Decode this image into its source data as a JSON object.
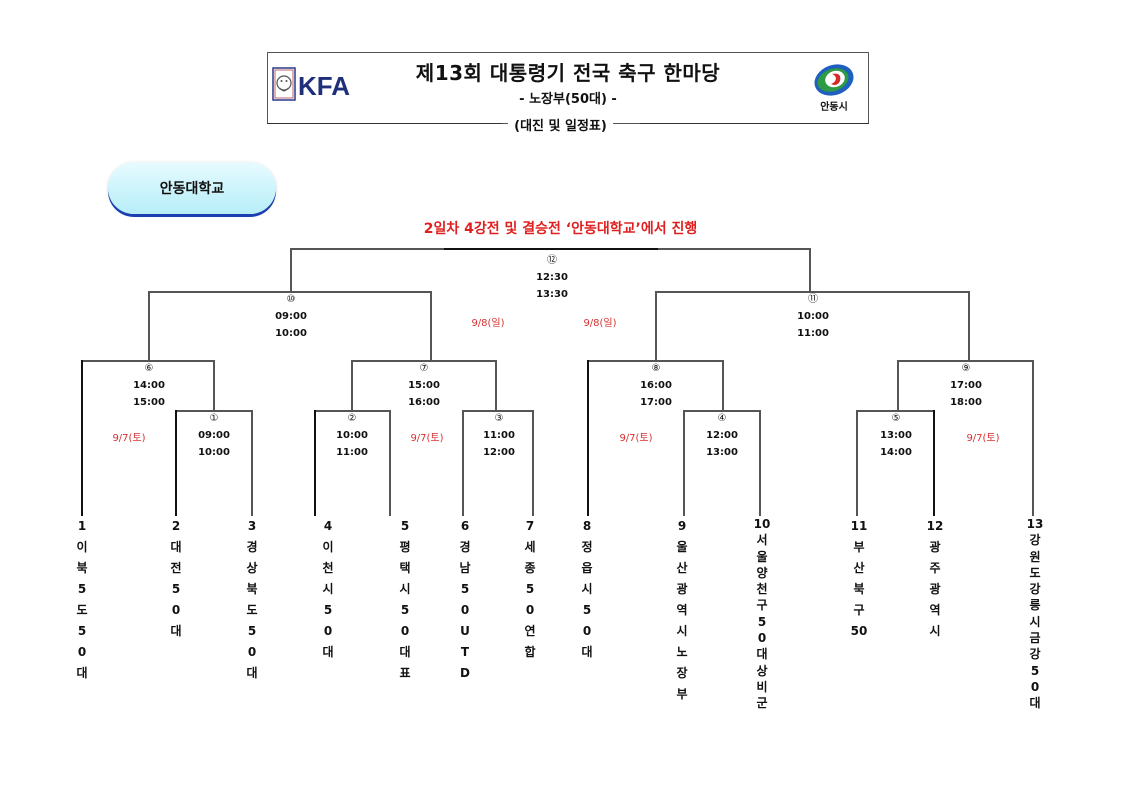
{
  "header": {
    "title": "제13회   대통령기 전국 축구 한마당",
    "subtitle": "- 노장부(50대) -",
    "footer": "(대진 및 일정표)",
    "left_logo": "KFA",
    "right_logo_name": "안동시"
  },
  "venue_label": "안동대학교",
  "notice": "2일차 4강전 및 결승전 ‘안동대학교’에서 진행",
  "colors": {
    "notice": "#e02020",
    "date": "#d93030",
    "venue_shadow": "#1b3fb0"
  },
  "matches": {
    "m12": {
      "num": "⑫",
      "start": "12:30",
      "end": "13:30"
    },
    "m10": {
      "num": "⑩",
      "start": "09:00",
      "end": "10:00"
    },
    "m11": {
      "num": "⑪",
      "start": "10:00",
      "end": "11:00"
    },
    "m6": {
      "num": "⑥",
      "start": "14:00",
      "end": "15:00"
    },
    "m7": {
      "num": "⑦",
      "start": "15:00",
      "end": "16:00"
    },
    "m8": {
      "num": "⑧",
      "start": "16:00",
      "end": "17:00"
    },
    "m9": {
      "num": "⑨",
      "start": "17:00",
      "end": "18:00"
    },
    "m1": {
      "num": "①",
      "start": "09:00",
      "end": "10:00"
    },
    "m2": {
      "num": "②",
      "start": "10:00",
      "end": "11:00"
    },
    "m3": {
      "num": "③",
      "start": "11:00",
      "end": "12:00"
    },
    "m4": {
      "num": "④",
      "start": "12:00",
      "end": "13:00"
    },
    "m5": {
      "num": "⑤",
      "start": "13:00",
      "end": "14:00"
    }
  },
  "dates": {
    "day2_left": "9/8(일)",
    "day2_right": "9/8(일)",
    "day1_a": "9/7(토)",
    "day1_b": "9/7(토)",
    "day1_c": "9/7(토)",
    "day1_d": "9/7(토)"
  },
  "teams": [
    {
      "no": "1",
      "name": [
        "이",
        "북",
        "5",
        "도",
        "5",
        "0",
        "대"
      ]
    },
    {
      "no": "2",
      "name": [
        "대",
        "전",
        "5",
        "0",
        "대"
      ]
    },
    {
      "no": "3",
      "name": [
        "경",
        "상",
        "북",
        "도",
        "5",
        "0",
        "대"
      ]
    },
    {
      "no": "4",
      "name": [
        "이",
        "천",
        "시",
        "5",
        "0",
        "대"
      ]
    },
    {
      "no": "5",
      "name": [
        "평",
        "택",
        "시",
        "5",
        "0",
        "대",
        "표"
      ]
    },
    {
      "no": "6",
      "name": [
        "경",
        "남",
        "5",
        "0",
        "U",
        "T",
        "D"
      ]
    },
    {
      "no": "7",
      "name": [
        "세",
        "종",
        "5",
        "0",
        "연",
        "합"
      ]
    },
    {
      "no": "8",
      "name": [
        "정",
        "읍",
        "시",
        "5",
        "0",
        "대"
      ]
    },
    {
      "no": "9",
      "name": [
        "울",
        "산",
        "광",
        "역",
        "시",
        "노",
        "장",
        "부"
      ]
    },
    {
      "no": "10",
      "name": [
        "서",
        "울",
        "양",
        "천",
        "구",
        "5",
        "0",
        "대",
        "상",
        "비",
        "군"
      ]
    },
    {
      "no": "11",
      "name": [
        "부",
        "산",
        "북",
        "구",
        "50"
      ]
    },
    {
      "no": "12",
      "name": [
        "광",
        "주",
        "광",
        "역",
        "시"
      ]
    },
    {
      "no": "13",
      "name": [
        "강",
        "원",
        "도",
        "강",
        "릉",
        "시",
        "금",
        "강",
        "5",
        "0",
        "대"
      ]
    }
  ]
}
